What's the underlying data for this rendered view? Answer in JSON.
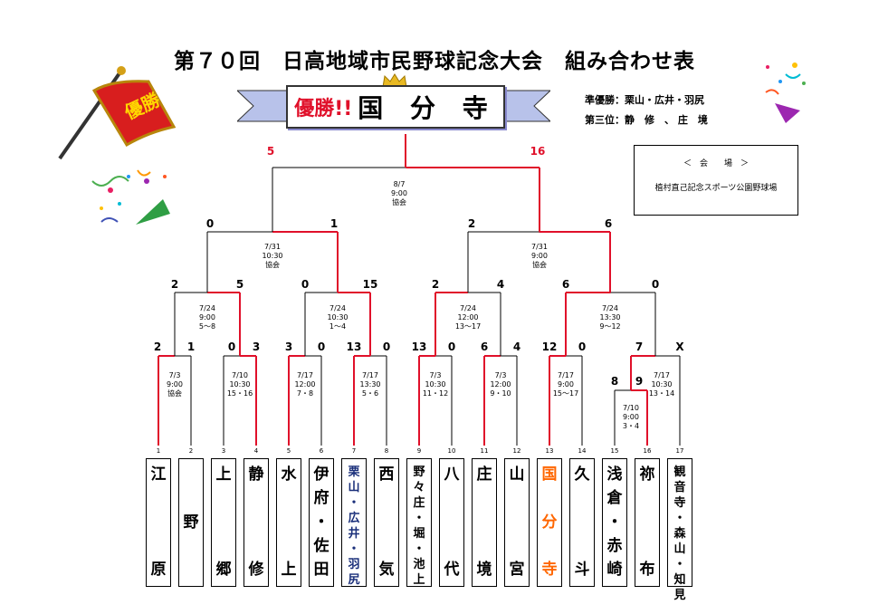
{
  "title": "第７０回　日高地域市民野球記念大会　組み合わせ表",
  "banner": {
    "yusho": "優勝!!",
    "champion": "国 分 寺"
  },
  "flag_text": "優勝",
  "runner_up": "準優勝：栗山・広井・羽尻",
  "third_place": "第三位：静　修　、 庄　境",
  "venue": {
    "heading": "＜　会　　場　＞",
    "name": "植村直己記念スポーツ公園野球場"
  },
  "colors": {
    "win": "#e0102a",
    "champion": "#ff6600",
    "runner_up": "#1a2f7a"
  },
  "teams": [
    {
      "no": "1",
      "chars": [
        "江",
        "原"
      ]
    },
    {
      "no": "2",
      "chars": [
        "",
        "野",
        ""
      ]
    },
    {
      "no": "3",
      "chars": [
        "上",
        "",
        "郷"
      ]
    },
    {
      "no": "4",
      "chars": [
        "静",
        "",
        "修"
      ]
    },
    {
      "no": "5",
      "chars": [
        "水",
        "",
        "上"
      ]
    },
    {
      "no": "6",
      "chars": [
        "伊",
        "府",
        "・",
        "佐",
        "田"
      ]
    },
    {
      "no": "7",
      "chars": [
        "栗",
        "山",
        "・",
        "広",
        "井",
        "・",
        "羽",
        "尻"
      ]
    },
    {
      "no": "8",
      "chars": [
        "西",
        "",
        "気"
      ]
    },
    {
      "no": "9",
      "chars": [
        "野",
        "々",
        "庄",
        "・",
        "堀",
        "・",
        "池",
        "上"
      ]
    },
    {
      "no": "10",
      "chars": [
        "八",
        "",
        "代"
      ]
    },
    {
      "no": "11",
      "chars": [
        "庄",
        "",
        "境"
      ]
    },
    {
      "no": "12",
      "chars": [
        "山",
        "",
        "宮"
      ]
    },
    {
      "no": "13",
      "chars": [
        "国",
        "分",
        "寺"
      ]
    },
    {
      "no": "14",
      "chars": [
        "久",
        "",
        "斗"
      ]
    },
    {
      "no": "15",
      "chars": [
        "浅",
        "倉",
        "・",
        "赤",
        "崎"
      ]
    },
    {
      "no": "16",
      "chars": [
        "祢",
        "",
        "布"
      ]
    },
    {
      "no": "17",
      "chars": [
        "観",
        "音",
        "寺",
        "・",
        "森",
        "山",
        "・",
        "知",
        "見"
      ]
    }
  ],
  "schedules": {
    "final": "8/7\n9:00\n協会",
    "semi_left": "7/31\n10:30\n協会",
    "semi_right": "7/31\n9:00\n協会",
    "qf1": "7/24\n9:00\n5～8",
    "qf2": "7/24\n10:30\n1～4",
    "qf3": "7/24\n12:00\n13～17",
    "qf4": "7/24\n13:30\n9～12",
    "r1": "7/3\n9:00\n協会",
    "r2": "7/10\n10:30\n15・16",
    "r3": "7/17\n12:00\n7・8",
    "r4": "7/17\n13:30\n5・6",
    "r5": "7/3\n10:30\n11・12",
    "r6": "7/3\n12:00\n9・10",
    "r7": "7/17\n9:00\n15～17",
    "r8": "7/17\n10:30\n13・14",
    "r9": "7/10\n9:00\n3・4"
  },
  "scores": {
    "final_l": "5",
    "final_r": "16",
    "semi1_l": "0",
    "semi1_r": "1",
    "semi2_l": "2",
    "semi2_r": "6",
    "qf1_l": "2",
    "qf1_r": "5",
    "qf2_l": "0",
    "qf2_r": "15",
    "qf3_l": "2",
    "qf3_r": "4",
    "qf4_l": "6",
    "qf4_r": "0",
    "r1_l": "2",
    "r1_r": "1",
    "r2_l": "0",
    "r2_r": "3",
    "r3_l": "3",
    "r3_r": "0",
    "r4_l": "13",
    "r4_r": "0",
    "r5_l": "13",
    "r5_r": "0",
    "r6_l": "6",
    "r6_r": "4",
    "r7_l": "12",
    "r7_r": "0",
    "r8_l": "7",
    "r8_r": "X",
    "r9_l": "8",
    "r9_r": "9"
  }
}
